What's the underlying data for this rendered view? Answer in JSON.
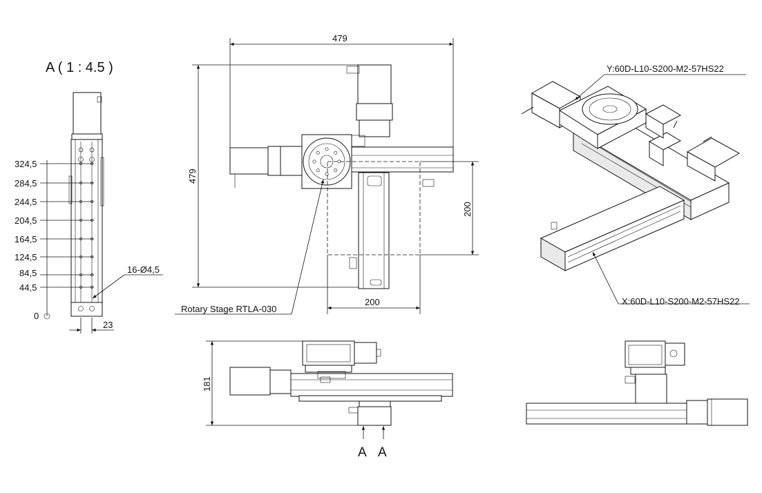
{
  "detail_view": {
    "title": "A ( 1 : 4.5 )",
    "hole_positions": [
      "324,5",
      "284,5",
      "244,5",
      "204,5",
      "164,5",
      "124,5",
      "84,5",
      "44,5",
      "0"
    ],
    "hole_callout": "16-Ø4,5",
    "width_dim": "23"
  },
  "top_view": {
    "overall_width": "479",
    "overall_height": "479",
    "y_stroke": "200",
    "x_stroke": "200",
    "rotary_label": "Rotary Stage RTLA-030"
  },
  "front_view": {
    "height": "181",
    "section_marks": [
      "A",
      "A"
    ]
  },
  "iso_view": {
    "y_axis_label": "Y:60D-L10-S200-M2-57HS22",
    "x_axis_label": "X:60D-L10-S200-M2-57HS22"
  }
}
